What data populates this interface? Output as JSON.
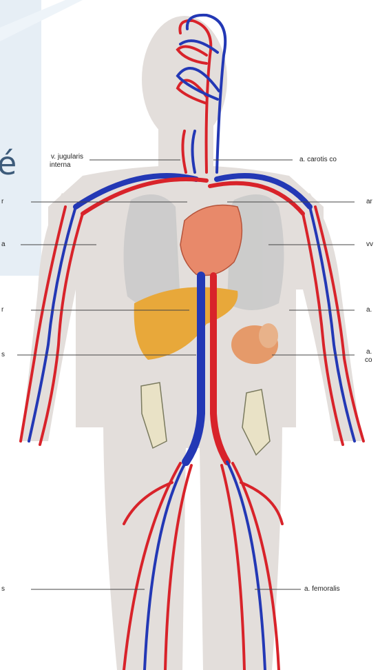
{
  "labels": {
    "v_jugularis_line1": "v. jugularis",
    "v_jugularis_line2": "interna",
    "a_carotis": "a. carotis co",
    "arcus": "ar",
    "vv": "vv",
    "a_right": "a.",
    "a_right2_line1": "a.",
    "a_right2_line2": "co",
    "a_femoralis": "a. femoralis",
    "left_r1": "r",
    "left_a": "a",
    "left_r2": "r",
    "left_s1": "s",
    "left_s2": "s",
    "partial_large_char": "é"
  },
  "colors": {
    "artery": "#d8232a",
    "vein": "#2338b5",
    "body": "#e3dedb",
    "heart": "#e8896a",
    "liver": "#e8a83a",
    "kidney": "#e59a6a",
    "lung": "#c9c9c9",
    "intestine": "#e9e2c6",
    "background_accent": "#e6eef5"
  }
}
